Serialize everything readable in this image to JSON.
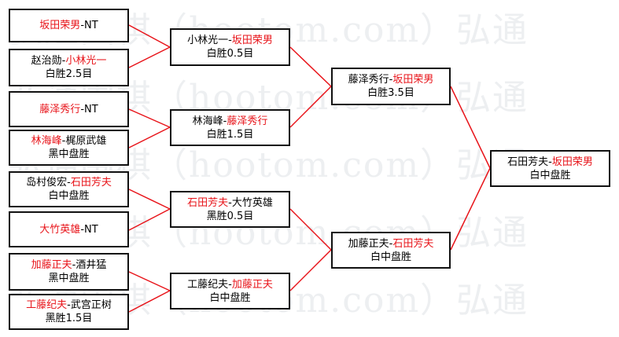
{
  "watermark": [
    "弘通围棋（hootom.com）弘通",
    "弘通围棋（hootom.com）弘通",
    "弘通围棋（hootom.com）弘通",
    "弘通围棋（hootom.com）弘通",
    "弘通围棋（hootom.com）弘通"
  ],
  "colors": {
    "line": "#e8141a",
    "highlight": "#e8141a",
    "text": "#000000",
    "border": "#111111"
  },
  "round1": [
    {
      "p1": "坂田荣男",
      "p1_red": true,
      "sep": "-",
      "p2": "NT",
      "p2_red": false,
      "result": ""
    },
    {
      "p1": "赵治勋",
      "p1_red": false,
      "sep": "-",
      "p2": "小林光一",
      "p2_red": true,
      "result": "白胜2.5目"
    },
    {
      "p1": "藤泽秀行",
      "p1_red": true,
      "sep": "-",
      "p2": "NT",
      "p2_red": false,
      "result": ""
    },
    {
      "p1": "林海峰",
      "p1_red": true,
      "sep": "-",
      "p2": "梶原武雄",
      "p2_red": false,
      "result": "黑中盘胜"
    },
    {
      "p1": "岛村俊宏",
      "p1_red": false,
      "sep": "-",
      "p2": "石田芳夫",
      "p2_red": true,
      "result": "白中盘胜"
    },
    {
      "p1": "大竹英雄",
      "p1_red": true,
      "sep": "-",
      "p2": "NT",
      "p2_red": false,
      "result": ""
    },
    {
      "p1": "加藤正夫",
      "p1_red": true,
      "sep": "-",
      "p2": "酒井猛",
      "p2_red": false,
      "result": "黑中盘胜"
    },
    {
      "p1": "工藤纪夫",
      "p1_red": true,
      "sep": "-",
      "p2": "武宫正树",
      "p2_red": false,
      "result": "黑胜1.5目"
    }
  ],
  "round2": [
    {
      "p1": "小林光一",
      "p1_red": false,
      "sep": "-",
      "p2": "坂田荣男",
      "p2_red": true,
      "result": "白胜0.5目"
    },
    {
      "p1": "林海峰",
      "p1_red": false,
      "sep": "-",
      "p2": "藤泽秀行",
      "p2_red": true,
      "result": "白胜1.5目"
    },
    {
      "p1": "石田芳夫",
      "p1_red": true,
      "sep": "-",
      "p2": "大竹英雄",
      "p2_red": false,
      "result": "黑胜0.5目"
    },
    {
      "p1": "工藤纪夫",
      "p1_red": false,
      "sep": "-",
      "p2": "加藤正夫",
      "p2_red": true,
      "result": "白中盘胜"
    }
  ],
  "round3": [
    {
      "p1": "藤泽秀行",
      "p1_red": false,
      "sep": "-",
      "p2": "坂田荣男",
      "p2_red": true,
      "result": "白胜3.5目"
    },
    {
      "p1": "加藤正夫",
      "p1_red": false,
      "sep": "-",
      "p2": "石田芳夫",
      "p2_red": true,
      "result": "白中盘胜"
    }
  ],
  "final": [
    {
      "p1": "石田芳夫",
      "p1_red": false,
      "sep": "-",
      "p2": "坂田荣男",
      "p2_red": true,
      "result": "白中盘胜"
    }
  ]
}
